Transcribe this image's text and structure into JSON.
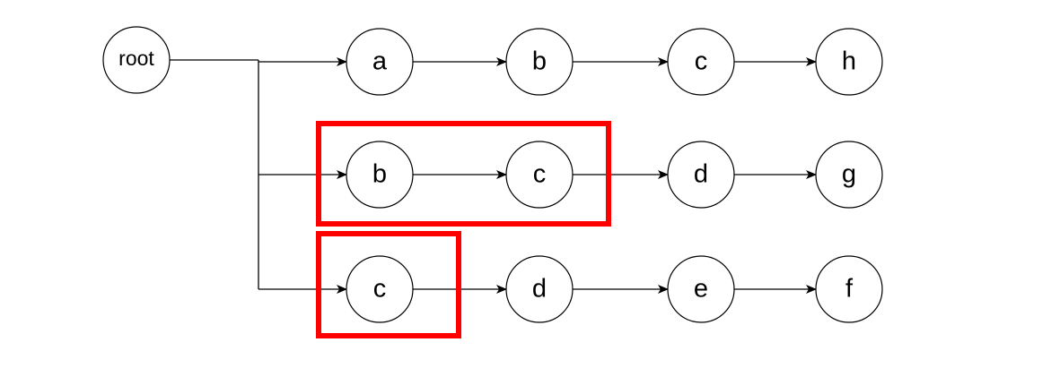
{
  "diagram": {
    "root": {
      "label": "root"
    },
    "rows": [
      {
        "nodes": [
          "a",
          "b",
          "c",
          "h"
        ]
      },
      {
        "nodes": [
          "b",
          "c",
          "d",
          "g"
        ]
      },
      {
        "nodes": [
          "c",
          "d",
          "e",
          "f"
        ]
      }
    ],
    "highlight_color": "#ff0000",
    "highlights": [
      {
        "row": 1,
        "covers_nodes": [
          "b",
          "c"
        ]
      },
      {
        "row": 2,
        "covers_nodes": [
          "c"
        ]
      }
    ]
  }
}
